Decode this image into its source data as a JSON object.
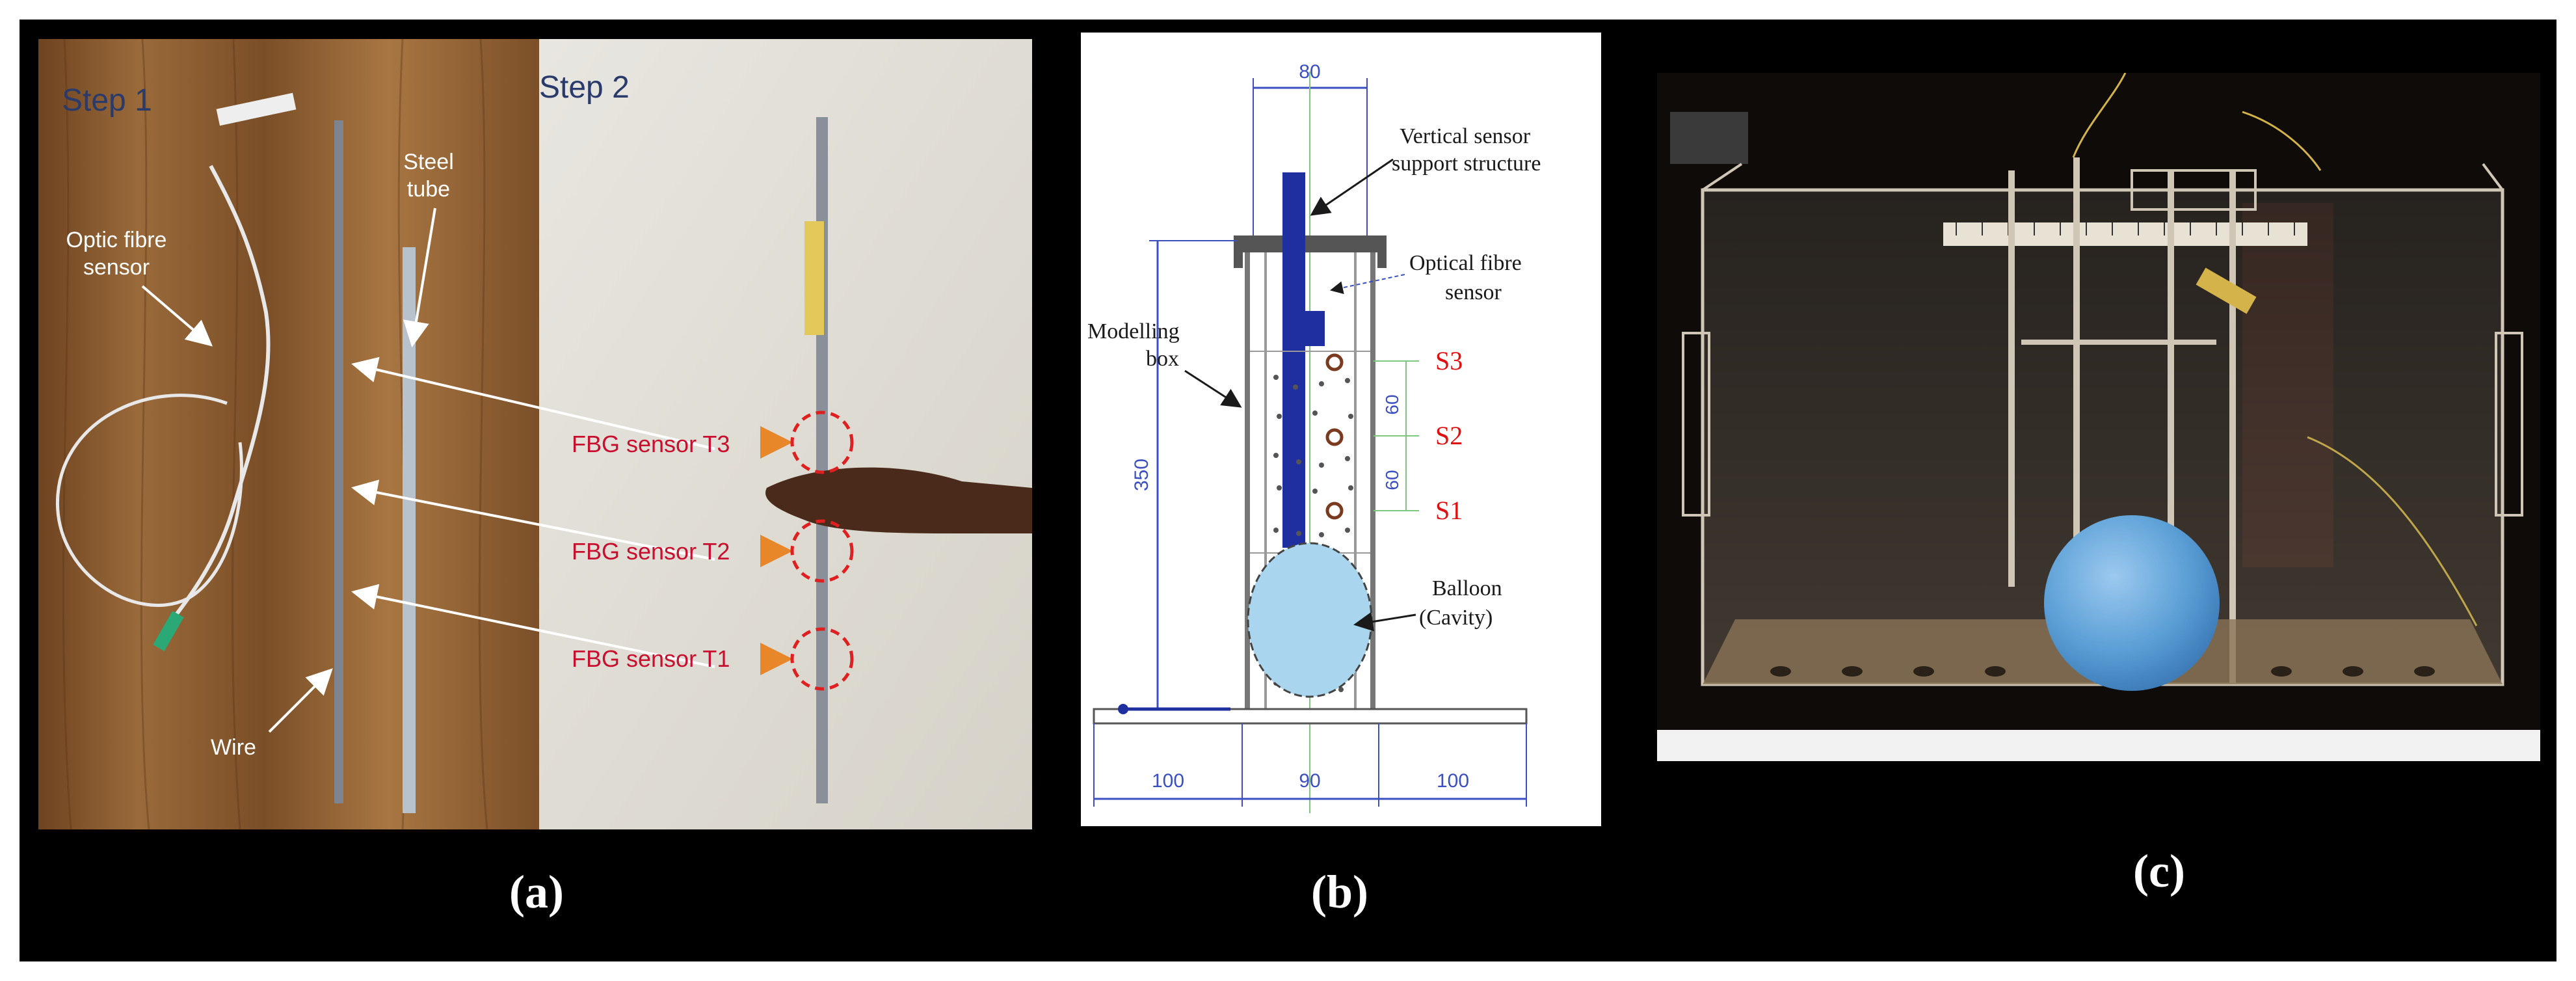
{
  "panel_a": {
    "step1": "Step 1",
    "step2": "Step 2",
    "optic_fibre_line1": "Optic fibre",
    "optic_fibre_line2": "sensor",
    "steel_tube_line1": "Steel",
    "steel_tube_line2": "tube",
    "wire": "Wire",
    "fbg_t3": "FBG sensor T3",
    "fbg_t2": "FBG sensor T2",
    "fbg_t1": "FBG sensor T1",
    "caption": "(a)"
  },
  "panel_b": {
    "dim_top": "80",
    "dim_height": "350",
    "dim_60_upper": "60",
    "dim_60_lower": "60",
    "dim_left": "100",
    "dim_mid": "90",
    "dim_right": "100",
    "vertical_support_line1": "Vertical sensor",
    "vertical_support_line2": "support structure",
    "optical_fibre_line1": "Optical fibre",
    "optical_fibre_line2": "sensor",
    "modelling_box_line1": "Modelling",
    "modelling_box_line2": "box",
    "s3": "S3",
    "s2": "S2",
    "s1": "S1",
    "balloon_line1": "Balloon",
    "balloon_line2": "(Cavity)",
    "caption": "(b)"
  },
  "panel_c": {
    "caption": "(c)"
  },
  "colors": {
    "fbg_label": "#c8102e",
    "sensor_blue": "#1f2fa0",
    "dim_blue": "#3b4fc0",
    "balloon": "#a9d6ee",
    "wood": "#8a5a2e"
  }
}
